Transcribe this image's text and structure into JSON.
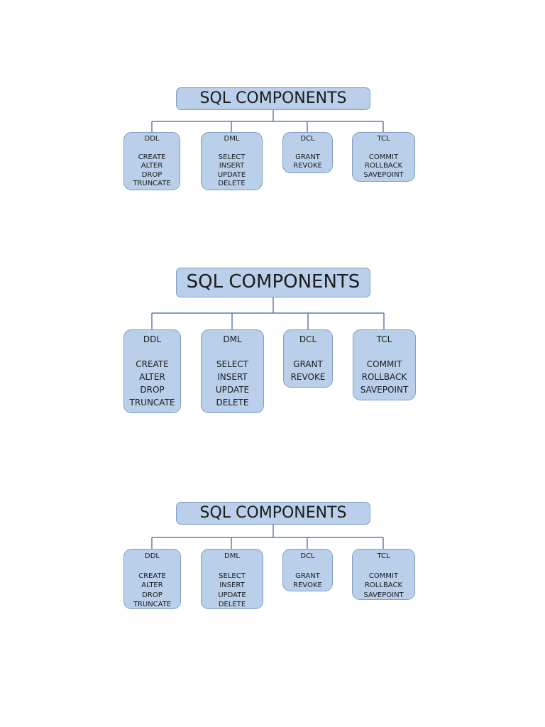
{
  "diagrams": [
    {
      "root": "SQL COMPONENTS",
      "children": [
        {
          "title": "DDL",
          "items": [
            "CREATE",
            "ALTER",
            "DROP",
            "TRUNCATE"
          ]
        },
        {
          "title": "DML",
          "items": [
            "SELECT",
            "INSERT",
            "UPDATE",
            "DELETE"
          ]
        },
        {
          "title": "DCL",
          "items": [
            "GRANT",
            "REVOKE"
          ]
        },
        {
          "title": "TCL",
          "items": [
            "COMMIT",
            "ROLLBACK",
            "SAVEPOINT"
          ]
        }
      ]
    },
    {
      "root": "SQL COMPONENTS",
      "children": [
        {
          "title": "DDL",
          "items": [
            "CREATE",
            "ALTER",
            "DROP",
            "TRUNCATE"
          ]
        },
        {
          "title": "DML",
          "items": [
            "SELECT",
            "INSERT",
            "UPDATE",
            "DELETE"
          ]
        },
        {
          "title": "DCL",
          "items": [
            "GRANT",
            "REVOKE"
          ]
        },
        {
          "title": "TCL",
          "items": [
            "COMMIT",
            "ROLLBACK",
            "SAVEPOINT"
          ]
        }
      ]
    },
    {
      "root": "SQL COMPONENTS",
      "children": [
        {
          "title": "DDL",
          "items": [
            "CREATE",
            "ALTER",
            "DROP",
            "TRUNCATE"
          ]
        },
        {
          "title": "DML",
          "items": [
            "SELECT",
            "INSERT",
            "UPDATE",
            "DELETE"
          ]
        },
        {
          "title": "DCL",
          "items": [
            "GRANT",
            "REVOKE"
          ]
        },
        {
          "title": "TCL",
          "items": [
            "COMMIT",
            "ROLLBACK",
            "SAVEPOINT"
          ]
        }
      ]
    }
  ],
  "colors": {
    "box_fill": "#b9cfea",
    "box_border": "#7f9fc6",
    "connector": "#5b7fb0",
    "text": "#1c1c1c"
  }
}
